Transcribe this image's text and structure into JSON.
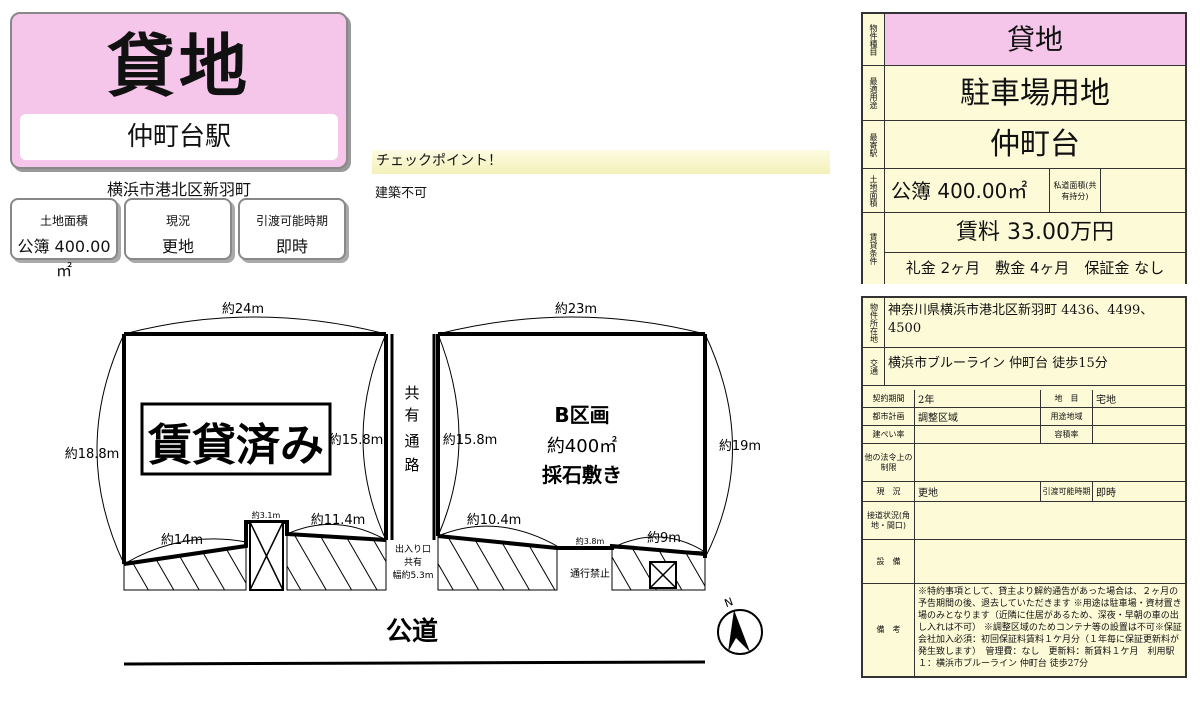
{
  "header": {
    "title": "貸地",
    "station": "仲町台駅",
    "address": "横浜市港北区新羽町",
    "boxes": [
      {
        "key": "土地面積",
        "value": "公簿 400.00㎡"
      },
      {
        "key": "現況",
        "value": "更地"
      },
      {
        "key": "引渡可能時期",
        "value": "即時"
      }
    ]
  },
  "checkpoint": {
    "title": "チェックポイント！",
    "note": "建築不可"
  },
  "diagram": {
    "rented_stamp": "賃貸済み",
    "b_zone_title": "B区画",
    "b_zone_area": "約400㎡",
    "b_zone_surface": "採石敷き",
    "shared_road_chars": [
      "共",
      "有",
      "通",
      "路"
    ],
    "public_road": "公道",
    "north_mark": "N",
    "no_entry": "通行禁止",
    "entrance_lines": [
      "出入り口",
      "共有",
      "幅約5.3m"
    ],
    "dims": {
      "top_left": "約24m",
      "top_right": "約23m",
      "left_outer": "約18.8m",
      "left_inner": "約15.8m",
      "right_inner_left": "約15.8m",
      "right_outer": "約19m",
      "bottom_a1": "約14m",
      "bottom_a2": "約3.1m",
      "bottom_a3": "約11.4m",
      "bottom_b1": "約10.4m",
      "bottom_b2": "約3.8m",
      "bottom_b3": "約9m"
    }
  },
  "summary": {
    "type_label": "物件種目",
    "type": "貸地",
    "use_label": "最適用途",
    "use": "駐車場用地",
    "station_label": "最寄駅",
    "station": "仲町台",
    "area_label": "土地面積",
    "area": "公簿 400.00㎡",
    "private_road_label": "私道面積(共有持分)",
    "rent_label": "賃貸条件",
    "rent": "賃料 33.00万円",
    "deposits": "礼金 2ヶ月　敷金 4ヶ月　保証金 なし"
  },
  "details": {
    "location_label": "物件所在地",
    "location": "神奈川県横浜市港北区新羽町 4436、4499、4500",
    "transport_label": "交通",
    "transport": "横浜市ブルーライン 仲町台 徒歩15分",
    "contract_label": "契約期間",
    "contract": "2年",
    "chimoku_label": "地　目",
    "chimoku": "宅地",
    "city_plan_label": "都市計画",
    "city_plan": "調整区域",
    "zone_label": "用途地域",
    "zone": "",
    "coverage_label": "建ぺい率",
    "coverage": "",
    "far_label": "容積率",
    "far": "",
    "other_law_label": "他の法令上の制限",
    "other_law": "",
    "status_label": "現　況",
    "status": "更地",
    "handover_label": "引渡可能時期",
    "handover": "即時",
    "road_label": "接道状況(角地・間口)",
    "road": "",
    "facility_label": "設　備",
    "facility": "",
    "remarks_label": "備　考",
    "remarks": "※特約事項として、貸主より解約通告があった場合は、２ヶ月の予告期間の後、退去していただきます ※用途は駐車場・資材置き場のみとなります（近隣に住居があるため、深夜・早朝の車の出し入れは不可） ※調整区域のためコンテナ等の設置は不可※保証会社加入必須：初回保証料賃料１ケ月分（１年毎に保証更新料が発生致します）　管理費：なし　更新料：新賃料１ケ月　利用駅１：横浜市ブルーライン 仲町台 徒歩27分"
  }
}
